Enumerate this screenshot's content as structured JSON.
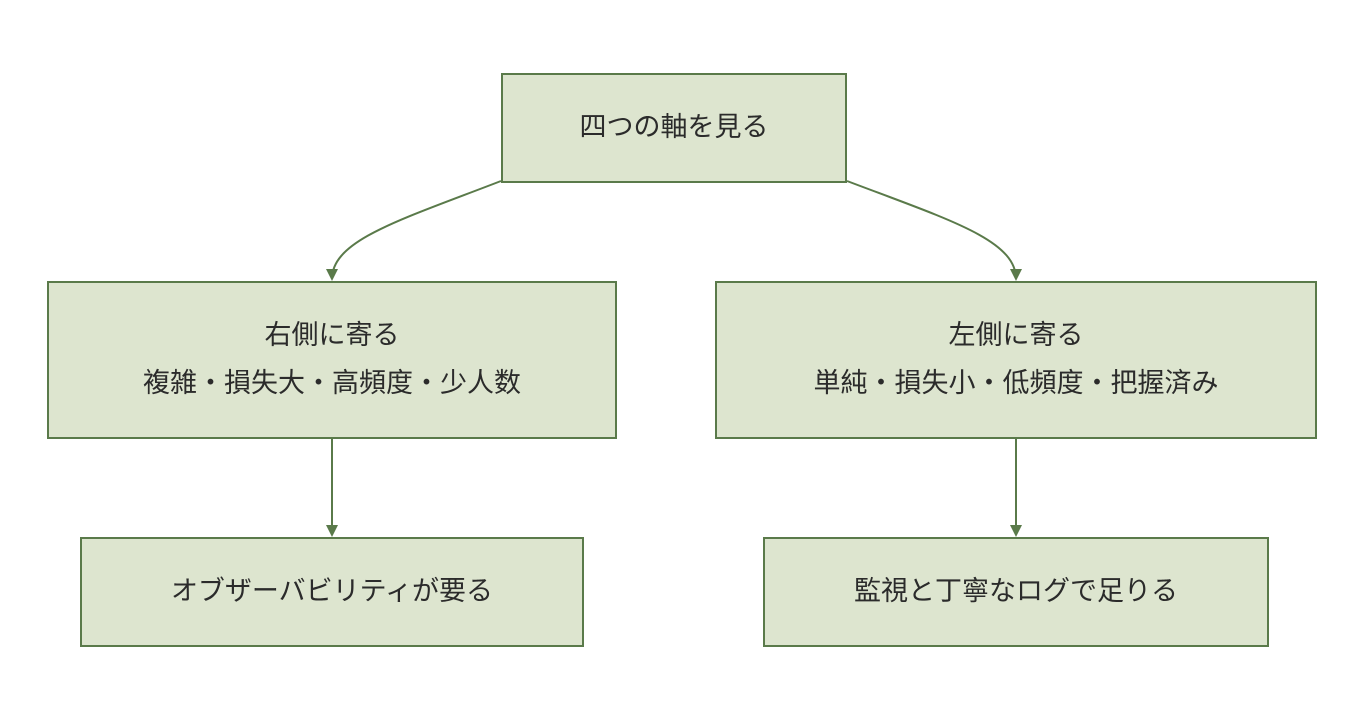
{
  "colors": {
    "node_fill": "#dde5cf",
    "node_border": "#5a7a4a",
    "edge": "#5a7a4a",
    "text": "#2b2b2b"
  },
  "nodes": {
    "root": {
      "text": "四つの軸を見る"
    },
    "right": {
      "line1": "右側に寄る",
      "line2": "複雑・損失大・高頻度・少人数"
    },
    "left": {
      "line1": "左側に寄る",
      "line2": "単純・損失小・低頻度・把握済み"
    },
    "observability": {
      "text": "オブザーバビリティが要る"
    },
    "monitoring": {
      "text": "監視と丁寧なログで足りる"
    }
  },
  "edges": [
    {
      "from": "root",
      "to": "right"
    },
    {
      "from": "root",
      "to": "left"
    },
    {
      "from": "right",
      "to": "observability"
    },
    {
      "from": "left",
      "to": "monitoring"
    }
  ]
}
